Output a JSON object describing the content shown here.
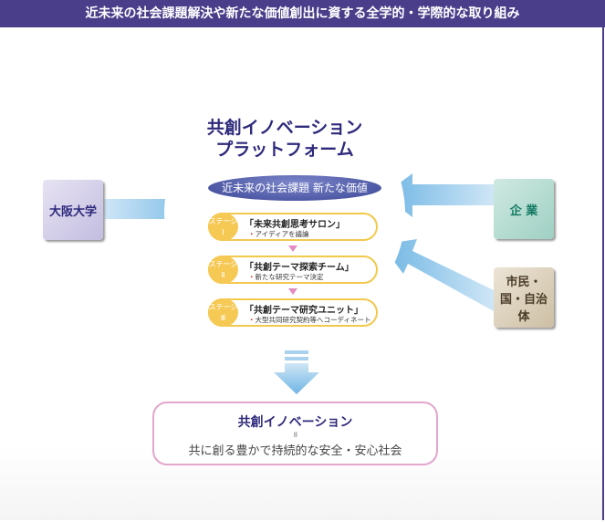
{
  "header": {
    "title": "近未来の社会課題解決や新たな価値創出に資する全学的・学際的な取り組み"
  },
  "platform": {
    "title_line1": "共創イノベーション",
    "title_line2": "プラットフォーム",
    "oval": "近未来の社会課題 新たな価値"
  },
  "stages": [
    {
      "badge": "ステージ",
      "num": "Ⅰ",
      "name": "「未来共創思考サロン」",
      "bullet": "・",
      "desc": "アイディアを議論"
    },
    {
      "badge": "ステージ",
      "num": "Ⅱ",
      "name": "「共創テーマ探索チーム」",
      "bullet": "・",
      "desc": "新たな研究テーマ決定"
    },
    {
      "badge": "ステージ",
      "num": "Ⅲ",
      "name": "「共創テーマ研究ユニット」",
      "bullet": "・",
      "desc": "大型共同研究契約等へコーディネート"
    }
  ],
  "actors": {
    "left": "大阪大学",
    "right_top": "企 業",
    "right_bottom": "市民・国・自治体"
  },
  "result": {
    "title": "共創イノベーション",
    "eq": "॥",
    "desc": "共に創る豊かで持続的な安全・安心社会"
  }
}
